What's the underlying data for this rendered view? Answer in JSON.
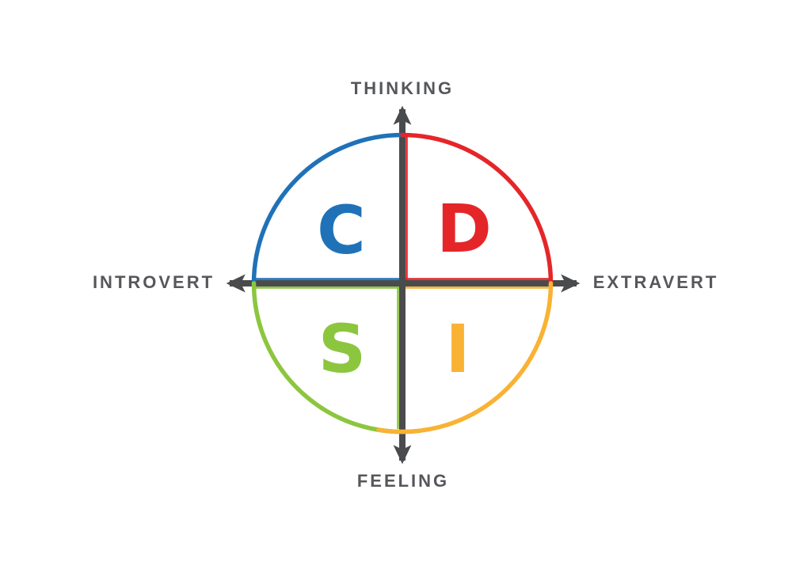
{
  "diagram": {
    "name": "DISC personality quadrant diagram",
    "axes": {
      "top": {
        "label": "THINKING"
      },
      "bottom": {
        "label": "FEELING"
      },
      "left": {
        "label": "INTROVERT"
      },
      "right": {
        "label": "EXTRAVERT"
      }
    },
    "quadrants": [
      {
        "position": "top-left",
        "letter": "C"
      },
      {
        "position": "top-right",
        "letter": "D"
      },
      {
        "position": "bottom-left",
        "letter": "S"
      },
      {
        "position": "bottom-right",
        "letter": "I"
      }
    ]
  },
  "colors": {
    "blue": "#1f72b8",
    "red": "#e52629",
    "green": "#8cc63f",
    "yellow": "#f9b233",
    "axis_gray": "#4a4b4d",
    "label_gray": "#56575b",
    "background": "#ffffff"
  }
}
